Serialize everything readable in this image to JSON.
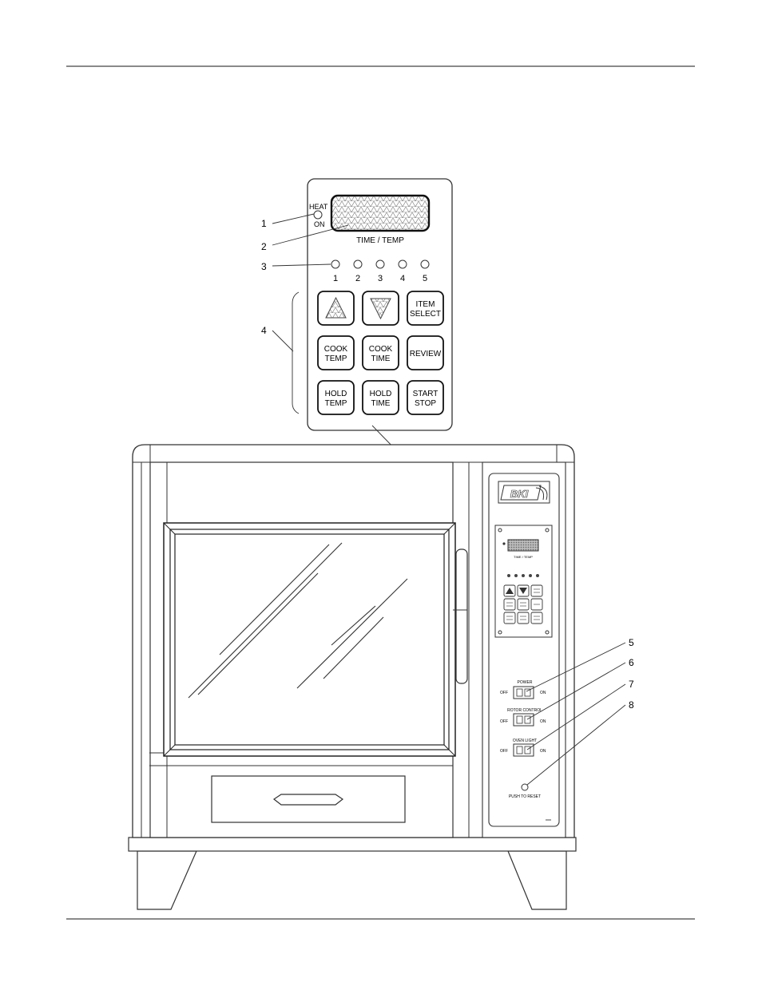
{
  "callouts": [
    "1",
    "2",
    "3",
    "4",
    "5",
    "6",
    "7",
    "8"
  ],
  "panel": {
    "heat_on_top": "HEAT",
    "heat_on_bottom": "ON",
    "display_label": "TIME / TEMP",
    "indicators": [
      "1",
      "2",
      "3",
      "4",
      "5"
    ],
    "keys": [
      {
        "name": "up-arrow-key",
        "line1": "",
        "line2": "",
        "icon": "up-triangle-icon"
      },
      {
        "name": "down-arrow-key",
        "line1": "",
        "line2": "",
        "icon": "down-triangle-icon"
      },
      {
        "name": "item-select-key",
        "line1": "ITEM",
        "line2": "SELECT"
      },
      {
        "name": "cook-temp-key",
        "line1": "COOK",
        "line2": "TEMP"
      },
      {
        "name": "cook-time-key",
        "line1": "COOK",
        "line2": "TIME"
      },
      {
        "name": "review-key",
        "line1": "REVIEW",
        "line2": ""
      },
      {
        "name": "hold-temp-key",
        "line1": "HOLD",
        "line2": "TEMP"
      },
      {
        "name": "hold-time-key",
        "line1": "HOLD",
        "line2": "TIME"
      },
      {
        "name": "start-stop-key",
        "line1": "START",
        "line2": "STOP"
      }
    ]
  },
  "oven": {
    "brand": "BKI",
    "mini_display_label": "TIME / TEMP",
    "switches": [
      {
        "title": "POWER",
        "off": "OFF",
        "on": "ON"
      },
      {
        "title": "ROTOR CONTROL",
        "off": "OFF",
        "on": "ON"
      },
      {
        "title": "OVEN LIGHT",
        "off": "OFF",
        "on": "ON"
      }
    ],
    "reset_label": "PUSH TO RESET"
  }
}
